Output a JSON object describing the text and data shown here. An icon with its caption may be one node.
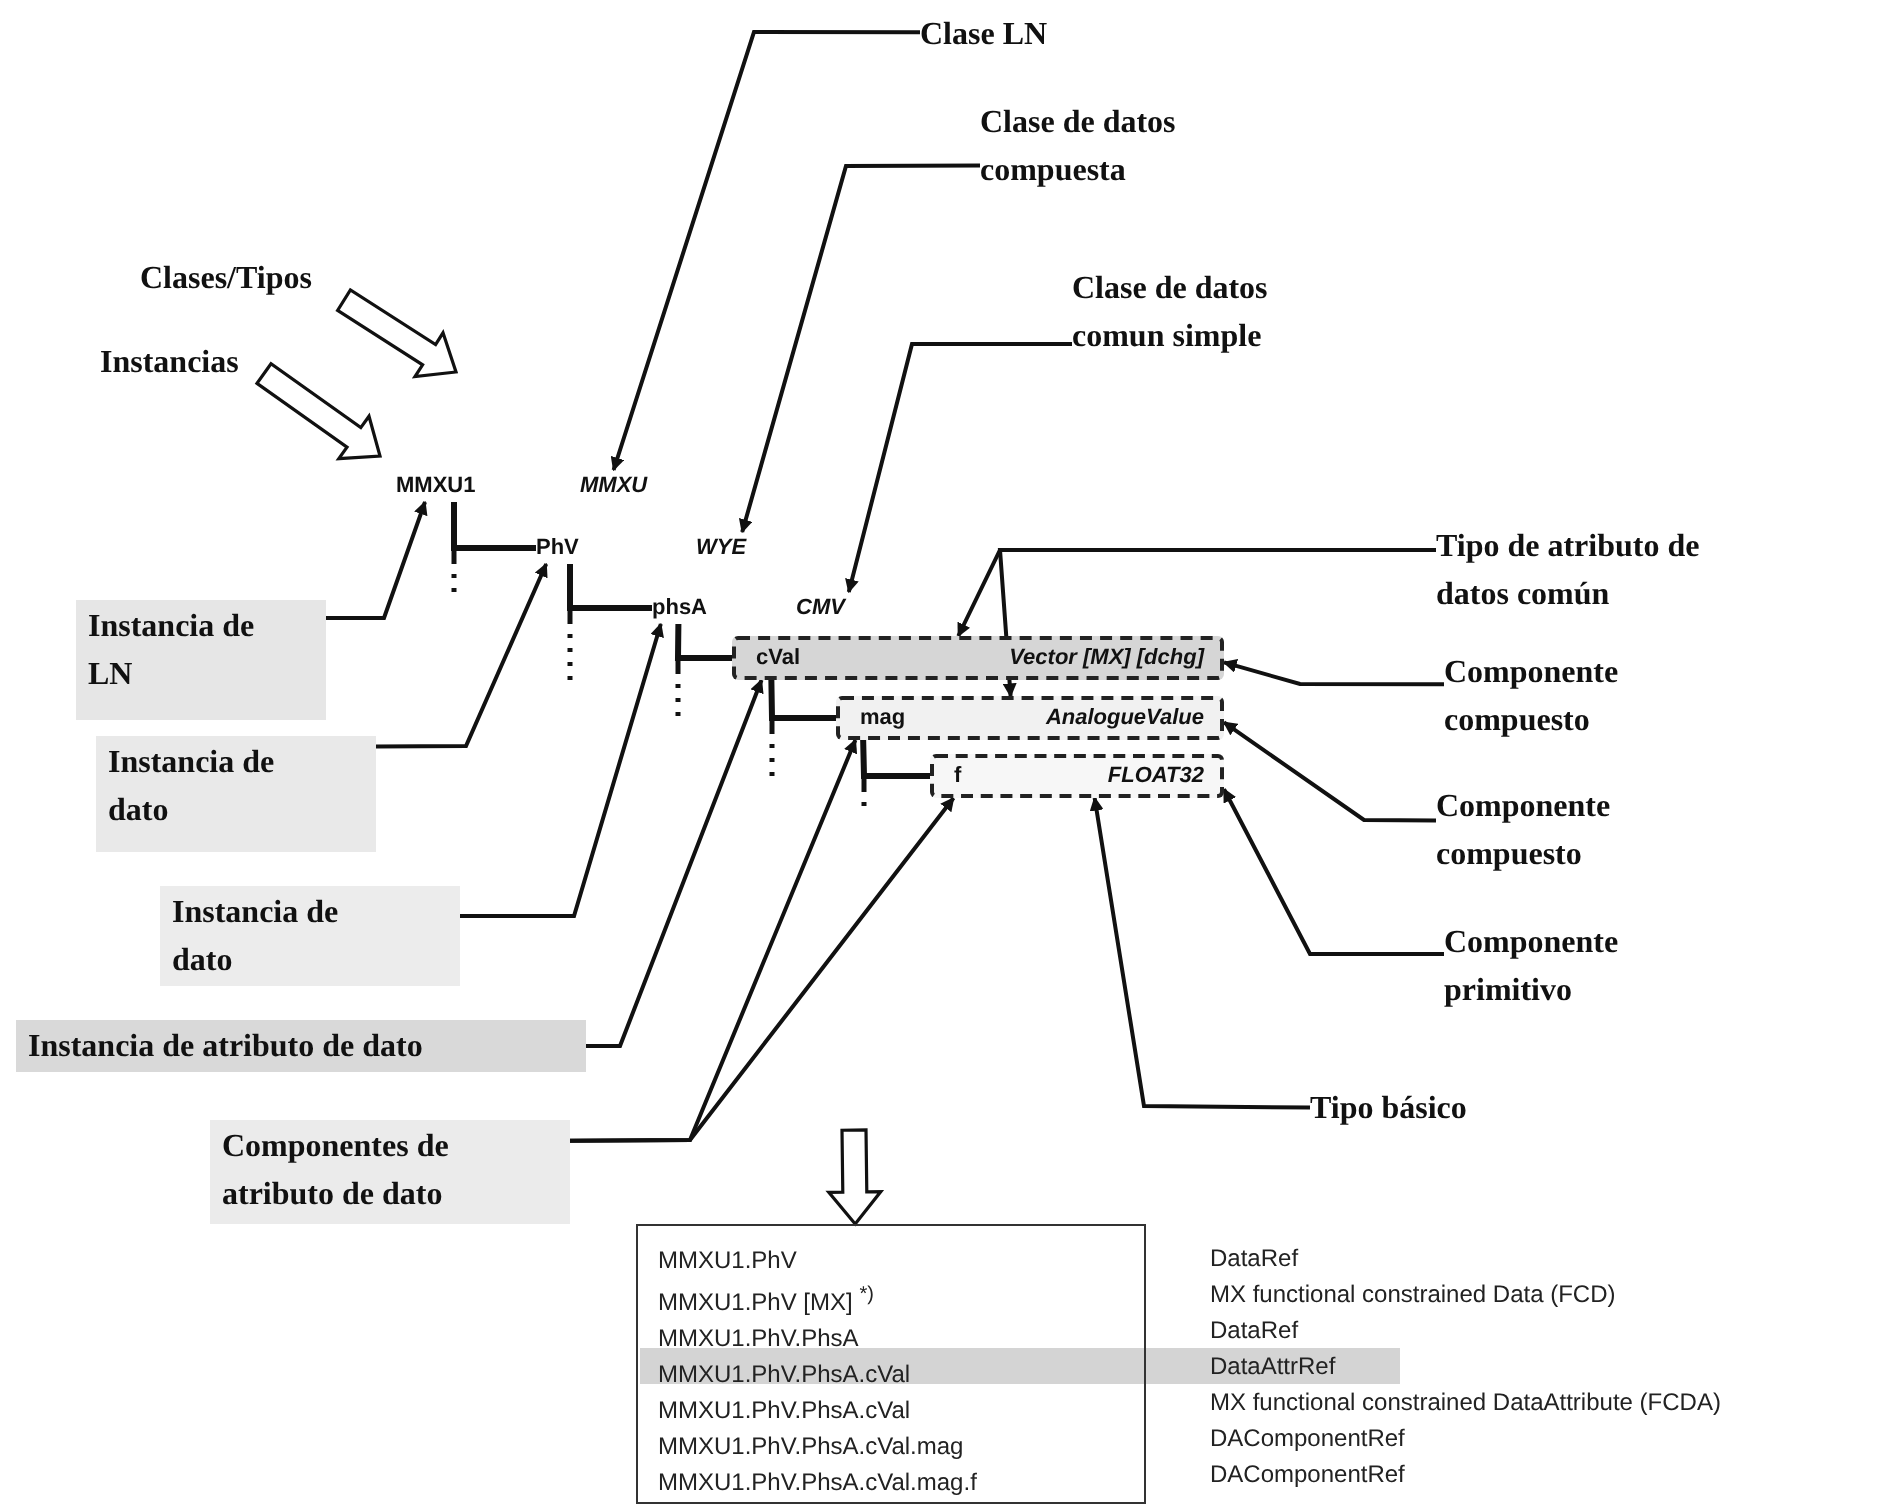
{
  "diagram": {
    "nodes": [
      {
        "text": [
          "Clase LN"
        ]
      },
      {
        "text": [
          "Clase de datos compuesta"
        ]
      },
      {
        "text": [
          "Clase de datos comun simple"
        ]
      },
      {
        "text": [
          "Clases/Tipos"
        ]
      },
      {
        "text": [
          "Instancias"
        ]
      },
      {
        "text": [
          "MMXU1"
        ]
      },
      {
        "text": [
          "MMXU"
        ]
      },
      {
        "text": [
          "PhV"
        ]
      },
      {
        "text": [
          "WYE"
        ]
      },
      {
        "text": [
          "phsA"
        ]
      },
      {
        "text": [
          "CMV"
        ]
      },
      {
        "text": [
          "cVal",
          "Vector [MX] [dchg]"
        ]
      },
      {
        "text": [
          "mag",
          "AnalogueValue"
        ]
      },
      {
        "text": [
          "f",
          "FLOAT32"
        ]
      },
      {
        "text": [
          "Tipo de atributo de datos común"
        ]
      },
      {
        "text": [
          "Componente compuesto"
        ]
      },
      {
        "text": [
          "Componente compuesto"
        ]
      },
      {
        "text": [
          "Componente primitivo"
        ]
      },
      {
        "text": [
          "Tipo básico"
        ]
      },
      {
        "text": [
          "Instancia de LN"
        ]
      },
      {
        "text": [
          "Instancia de dato"
        ]
      },
      {
        "text": [
          "Instancia de dato"
        ]
      },
      {
        "text": [
          "Instancia de atributo de dato"
        ]
      },
      {
        "text": [
          "Componentes de atributo de dato"
        ]
      },
      {
        "text": [
          "MMXU1.PhV",
          "MMXU1.PhV [MX] $^{*)}$",
          "MMXU1.PhV.PhsA",
          "MMXU1.PhV.PhsA.cVal",
          "MMXU1.PhV.PhsA.cVal",
          "MMXU1.PhV.PhsA.cVal.mag",
          "MMXU1.PhV.PhsA.cVal.mag.f"
        ]
      }
    ],
    "edges": [
      {
        "from": 0,
        "to": 6,
        "arrow": "to"
      },
      {
        "from": 1,
        "to": 8,
        "arrow": "to"
      },
      {
        "from": 2,
        "to": 10,
        "arrow": "to"
      },
      {
        "from": 3,
        "to": null,
        "arrow": "to",
        "style": "thick"
      },
      {
        "from": 4,
        "to": null,
        "arrow": "to",
        "style": "thick"
      },
      {
        "from": 5,
        "to": 7,
        "arrow": "none"
      },
      {
        "from": 7,
        "to": 9,
        "arrow": "none"
      },
      {
        "from": 9,
        "to": 11,
        "arrow": "none"
      },
      {
        "from": 11,
        "to": 12,
        "arrow": "none"
      },
      {
        "from": 12,
        "to": 13,
        "arrow": "none"
      },
      {
        "from": 14,
        "to": 11,
        "arrow": "to"
      },
      {
        "from": 14,
        "to": 12,
        "arrow": "to"
      },
      {
        "from": 15,
        "to": 11,
        "arrow": "to"
      },
      {
        "from": 16,
        "to": 12,
        "arrow": "to"
      },
      {
        "from": 17,
        "to": 13,
        "arrow": "to"
      },
      {
        "from": 18,
        "to": 13,
        "arrow": "to"
      },
      {
        "from": 19,
        "to": 5,
        "arrow": "to"
      },
      {
        "from": 20,
        "to": 7,
        "arrow": "to"
      },
      {
        "from": 21,
        "to": 9,
        "arrow": "to"
      },
      {
        "from": 22,
        "to": 11,
        "arrow": "to"
      },
      {
        "from": 23,
        "to": 12,
        "arrow": "to"
      },
      {
        "from": 23,
        "to": 13,
        "arrow": "to"
      },
      {
        "from": null,
        "to": 24,
        "arrow": "to",
        "style": "thick"
      }
    ],
    "labels": [
      "DataRef",
      "MX functional constrained Data (FCD)",
      "DataRef",
      "DataAttrRef",
      "MX functional constrained DataAttribute (FCDA)",
      "DAComponentRef",
      "DAComponentRef"
    ]
  }
}
